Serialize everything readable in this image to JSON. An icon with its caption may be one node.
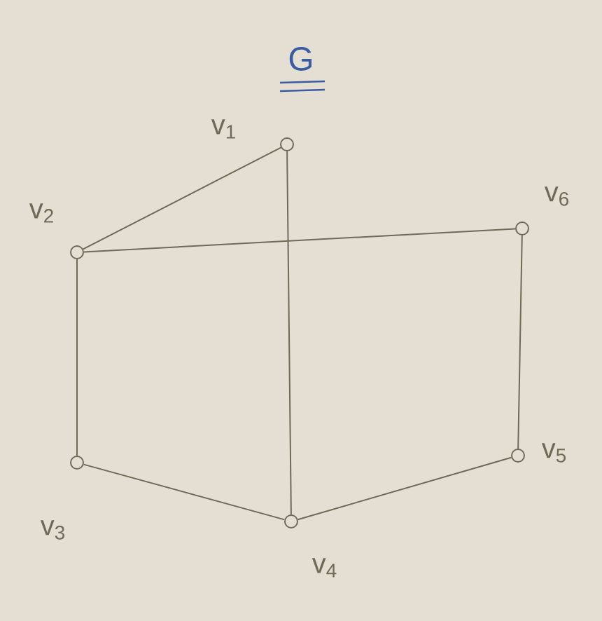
{
  "diagram": {
    "title": "G",
    "nodes": [
      {
        "text": [],
        "shape": "circle",
        "beside": [
          "v$_{1}$"
        ]
      },
      {
        "text": [],
        "shape": "circle",
        "beside": [
          "v$_{2}$"
        ]
      },
      {
        "text": [],
        "shape": "circle",
        "beside": [
          "v$_{6}$"
        ]
      },
      {
        "text": [],
        "shape": "circle",
        "beside": [
          "v$_{3}$"
        ]
      },
      {
        "text": [],
        "shape": "circle",
        "beside": [
          "v$_{4}$"
        ]
      },
      {
        "text": [],
        "shape": "circle",
        "beside": [
          "v$_{5}$"
        ]
      }
    ],
    "edges": [
      {
        "from": 0,
        "to": 1,
        "arrow": "none"
      },
      {
        "from": 0,
        "to": 4,
        "arrow": "none"
      },
      {
        "from": 1,
        "to": 2,
        "arrow": "none"
      },
      {
        "from": 1,
        "to": 3,
        "arrow": "none"
      },
      {
        "from": 3,
        "to": 4,
        "arrow": "none"
      },
      {
        "from": 4,
        "to": 5,
        "arrow": "none"
      },
      {
        "from": 5,
        "to": 2,
        "arrow": "none"
      }
    ]
  }
}
